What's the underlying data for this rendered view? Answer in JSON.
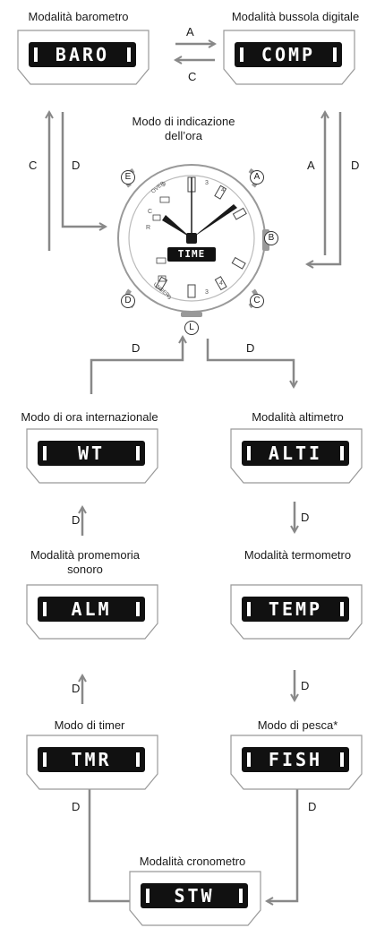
{
  "modes": {
    "baro": {
      "label": "Modalità barometro",
      "code": "BARO"
    },
    "comp": {
      "label": "Modalità bussola digitale",
      "code": "COMP"
    },
    "time": {
      "label": "Modo di indicazione dell’ora",
      "code": "TIME"
    },
    "wt": {
      "label": "Modo di ora internazionale",
      "code": "WT"
    },
    "alti": {
      "label": "Modalità altimetro",
      "code": "ALTI"
    },
    "alm": {
      "label": "Modalità promemoria sonoro",
      "code": "ALM"
    },
    "temp": {
      "label": "Modalità termometro",
      "code": "TEMP"
    },
    "tmr": {
      "label": "Modo di timer",
      "code": "TMR"
    },
    "fish": {
      "label": "Modo di pesca*",
      "code": "FISH"
    },
    "stw": {
      "label": "Modalità cronometro",
      "code": "STW"
    }
  },
  "buttons": {
    "a": "A",
    "b": "B",
    "c": "C",
    "d": "D",
    "e": "E",
    "l": "L"
  },
  "watch_text": {
    "over": "OVER",
    "under": "UNDER",
    "r": "R",
    "c": "C"
  }
}
